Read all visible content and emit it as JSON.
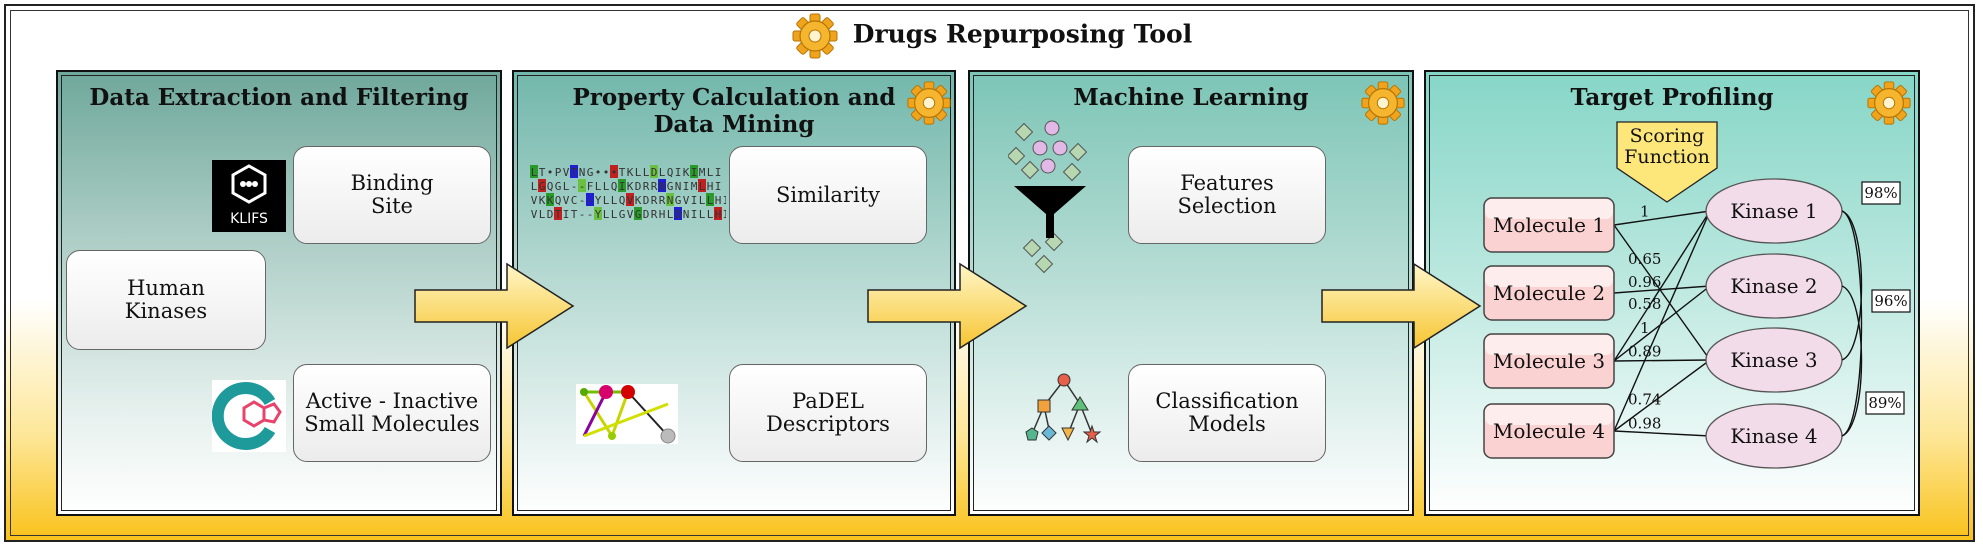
{
  "title": "Drugs Repurposing Tool",
  "panels": [
    {
      "title": "Data Extraction and Filtering",
      "boxes": [
        "Binding\nSite",
        "Human\nKinases",
        "Active - Inactive\nSmall Molecules"
      ],
      "logo_text": "KLIFS"
    },
    {
      "title": "Property Calculation and\nData Mining",
      "boxes": [
        "Similarity",
        "PaDEL\nDescriptors"
      ],
      "alignment_rows": [
        "LT•PVTNG•••TKLLDLQIKIMLI",
        "LGQGL--FLLQIKDRRNGNIMLHI",
        "VKKQVC--YLLQVKDRRNGVILLHI",
        "VLDTIT--YLLGVGDRHLDNILLHI"
      ]
    },
    {
      "title": "Machine Learning",
      "boxes": [
        "Features\nSelection",
        "Classification\nModels"
      ]
    },
    {
      "title": "Target Profiling",
      "scoring": "Scoring\nFunction",
      "molecules": [
        "Molecule 1",
        "Molecule 2",
        "Molecule 3",
        "Molecule 4"
      ],
      "kinases": [
        "Kinase 1",
        "Kinase 2",
        "Kinase 3",
        "Kinase 4"
      ],
      "edges": [
        {
          "from": 0,
          "to": 0,
          "label": "1"
        },
        {
          "from": 0,
          "to": 2,
          "label": "0.65"
        },
        {
          "from": 1,
          "to": 1,
          "label": "0.96"
        },
        {
          "from": 2,
          "to": 0,
          "label": "0.58"
        },
        {
          "from": 2,
          "to": 1,
          "label": "1"
        },
        {
          "from": 2,
          "to": 2,
          "label": "0.89"
        },
        {
          "from": 3,
          "to": 0,
          "label": ""
        },
        {
          "from": 3,
          "to": 2,
          "label": "0.74"
        },
        {
          "from": 3,
          "to": 3,
          "label": "0.98"
        }
      ],
      "percentages": [
        "98%",
        "96%",
        "89%"
      ]
    }
  ],
  "colors": {
    "accent_yellow": "#f9c21b",
    "molecule_pink": "#f9c0c0",
    "kinase_pink": "#f3d4e8",
    "teal": "#6fa89b"
  },
  "icons": [
    "gear-icon",
    "klifs-logo",
    "chembl-logo",
    "sequence-alignment-icon",
    "molecule-graph-icon",
    "funnel-icon",
    "decision-tree-icon",
    "arrow-right-icon"
  ]
}
